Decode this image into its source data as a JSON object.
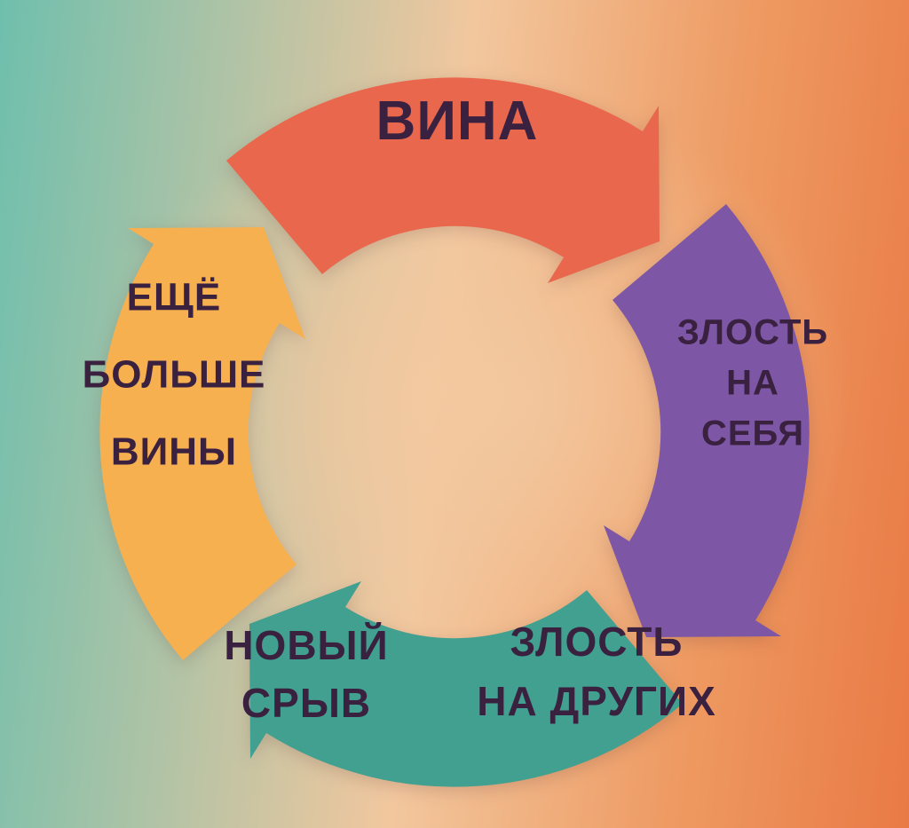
{
  "colors": {
    "bg_left": "#6fbfad",
    "bg_mid": "#f2c79e",
    "bg_right": "#ee9a62",
    "bg_corner": "#e97a45",
    "text": "#3a2140"
  },
  "diagram": {
    "type": "cycle",
    "direction": "clockwise",
    "sequence": [
      "ВИНА",
      "ЗЛОСТЬ НА СЕБЯ",
      "ЗЛОСТЬ НА ДРУГИХ",
      "НОВЫЙ СРЫВ",
      "ЕЩЁ БОЛЬШЕ ВИНЫ"
    ],
    "segments": [
      {
        "name": "guilt",
        "color": "#e9684d",
        "labels": [
          [
            "ВИНА"
          ]
        ]
      },
      {
        "name": "anger-at-self",
        "color": "#7d57a6",
        "labels": [
          [
            "ЗЛОСТЬ",
            "НА",
            "СЕБЯ"
          ]
        ]
      },
      {
        "name": "anger-at-others",
        "color": "#41a08f",
        "labels": [
          [
            "ЗЛОСТЬ",
            "НА ДРУГИХ"
          ],
          [
            "НОВЫЙ",
            "СРЫВ"
          ]
        ]
      },
      {
        "name": "more-guilt",
        "color": "#f6b050",
        "labels": [
          [
            "ЕЩЁ",
            "БОЛЬШЕ",
            "ВИНЫ"
          ]
        ]
      }
    ]
  }
}
